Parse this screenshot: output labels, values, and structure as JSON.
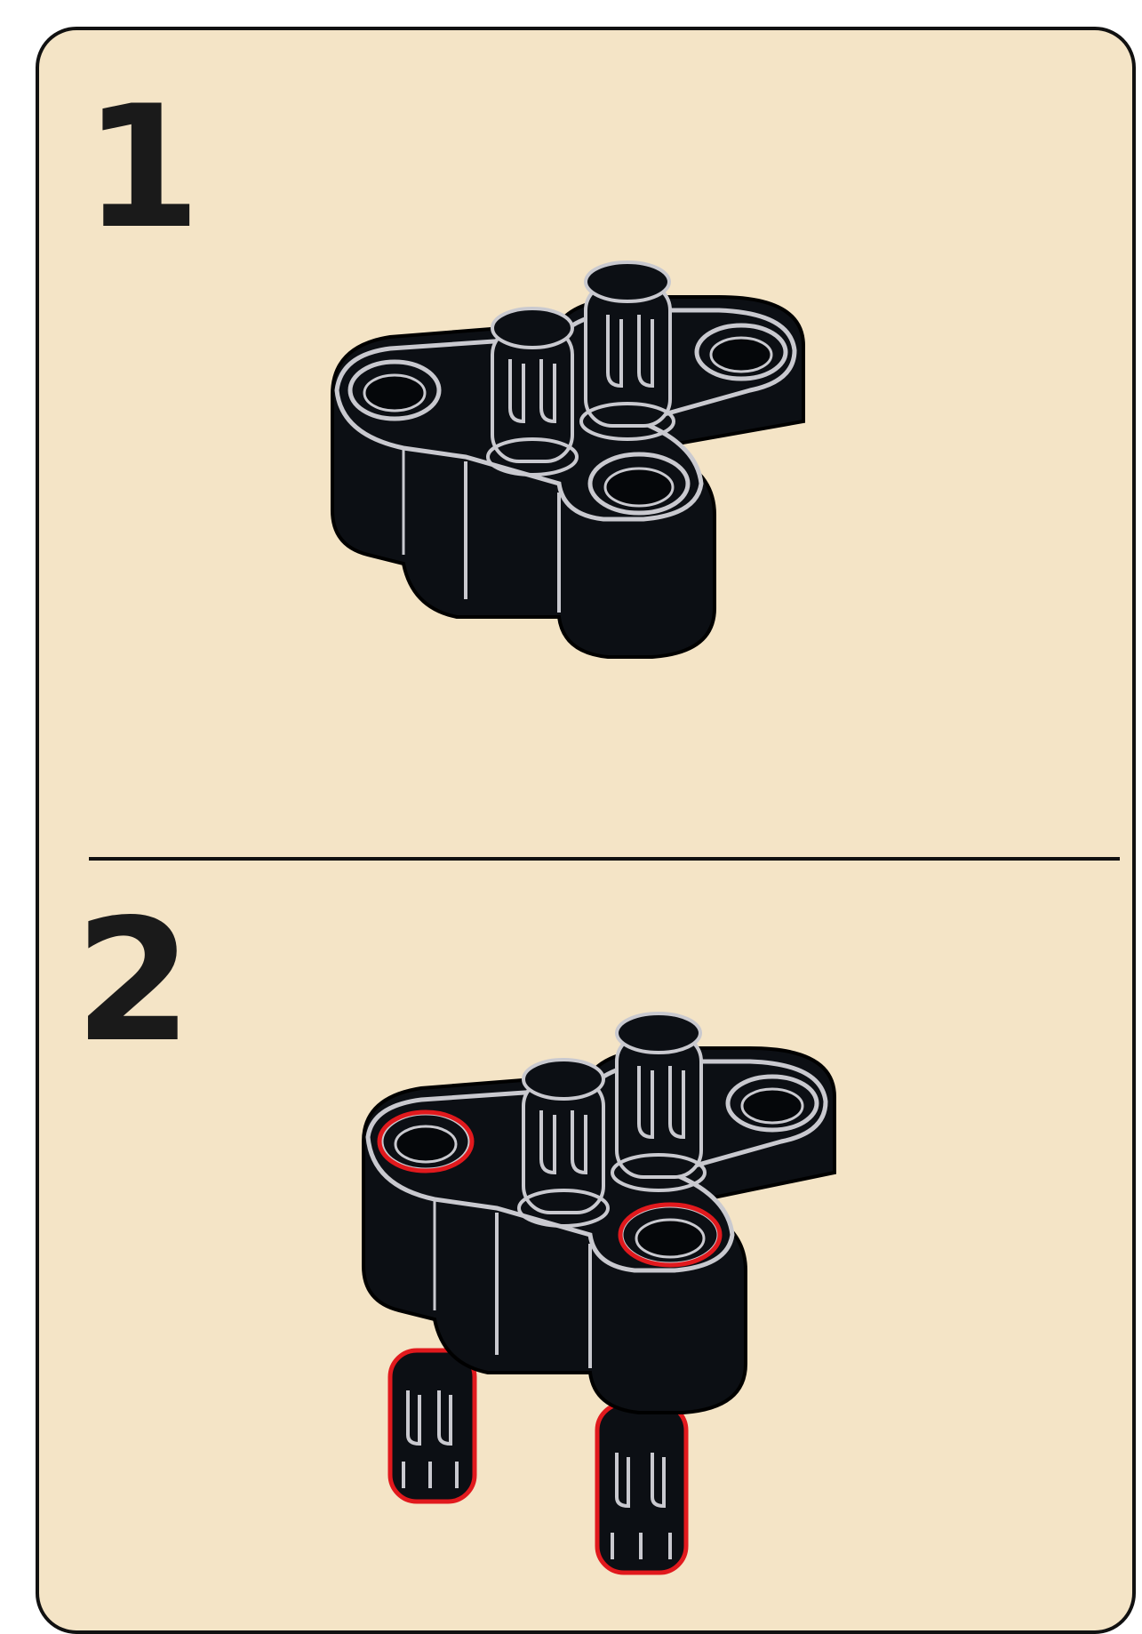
{
  "steps": [
    {
      "number": "1"
    },
    {
      "number": "2"
    }
  ],
  "colors": {
    "background": "#f4e4c6",
    "part": "#0c0f14",
    "edge_highlight": "#c9c9cf",
    "callout": "#e1191d"
  },
  "icons": {
    "step1_part": "technic-liftarm-with-pins",
    "step2_part": "technic-liftarm-with-pins-added-below"
  }
}
